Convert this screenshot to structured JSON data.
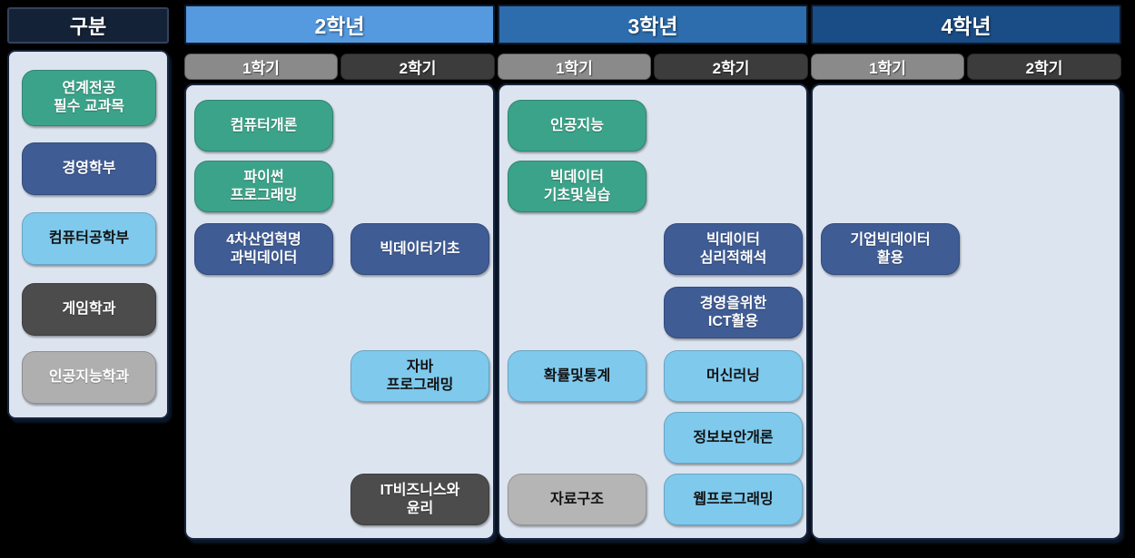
{
  "legend": {
    "header": "구분",
    "items": [
      {
        "label": "연계전공\n필수 교과목",
        "type": "teal",
        "color": "#3ba389"
      },
      {
        "label": "경영학부",
        "type": "darkblue",
        "color": "#3f5c95"
      },
      {
        "label": "컴퓨터공학부",
        "type": "lightblue",
        "color": "#7fc9ed"
      },
      {
        "label": "게임학과",
        "type": "darkgray",
        "color": "#4c4c4c"
      },
      {
        "label": "인공지능학과",
        "type": "lightgray-w",
        "color": "#afafaf"
      }
    ]
  },
  "years": [
    {
      "label": "2학년",
      "header_color": "#5599df",
      "semesters": [
        {
          "label": "1학기"
        },
        {
          "label": "2학기"
        }
      ],
      "courses": [
        {
          "label": "컴퓨터개론",
          "semester": 1,
          "row": 1,
          "type": "teal"
        },
        {
          "label": "파이썬\n프로그래밍",
          "semester": 1,
          "row": 2,
          "type": "teal"
        },
        {
          "label": "4차산업혁명\n과빅데이터",
          "semester": 1,
          "row": 3,
          "type": "darkblue"
        },
        {
          "label": "빅데이터기초",
          "semester": 2,
          "row": 3,
          "type": "darkblue"
        },
        {
          "label": "자바\n프로그래밍",
          "semester": 2,
          "row": 5,
          "type": "lightblue"
        },
        {
          "label": "IT비즈니스와\n윤리",
          "semester": 2,
          "row": 7,
          "type": "darkgray"
        }
      ]
    },
    {
      "label": "3학년",
      "header_color": "#2d6dad",
      "semesters": [
        {
          "label": "1학기"
        },
        {
          "label": "2학기"
        }
      ],
      "courses": [
        {
          "label": "인공지능",
          "semester": 1,
          "row": 1,
          "type": "teal"
        },
        {
          "label": "빅데이터\n기초및실습",
          "semester": 1,
          "row": 2,
          "type": "teal"
        },
        {
          "label": "확률및통계",
          "semester": 1,
          "row": 5,
          "type": "lightblue"
        },
        {
          "label": "자료구조",
          "semester": 1,
          "row": 7,
          "type": "lightgray"
        },
        {
          "label": "빅데이터\n심리적해석",
          "semester": 2,
          "row": 3,
          "type": "darkblue"
        },
        {
          "label": "경영을위한\nICT활용",
          "semester": 2,
          "row": 4,
          "type": "darkblue"
        },
        {
          "label": "머신러닝",
          "semester": 2,
          "row": 5,
          "type": "lightblue"
        },
        {
          "label": "정보보안개론",
          "semester": 2,
          "row": 6,
          "type": "lightblue"
        },
        {
          "label": "웹프로그래밍",
          "semester": 2,
          "row": 7,
          "type": "lightblue"
        }
      ]
    },
    {
      "label": "4학년",
      "header_color": "#1a4c85",
      "semesters": [
        {
          "label": "1학기"
        },
        {
          "label": "2학기"
        }
      ],
      "courses": [
        {
          "label": "기업빅데이터\n활용",
          "semester": 1,
          "row": 3,
          "type": "darkblue"
        }
      ]
    }
  ],
  "colors": {
    "background": "#000000",
    "panel_bg": "#dce4f0",
    "panel_border": "#17263e",
    "legend_header_bg": "#142238",
    "sem1_tab": "#8a8a8a",
    "sem2_tab": "#3c3c3c",
    "teal": "#3ba389",
    "dark_blue": "#3f5c95",
    "light_blue": "#7fc9ed",
    "dark_gray": "#4c4c4c",
    "light_gray": "#b5b5b5"
  }
}
